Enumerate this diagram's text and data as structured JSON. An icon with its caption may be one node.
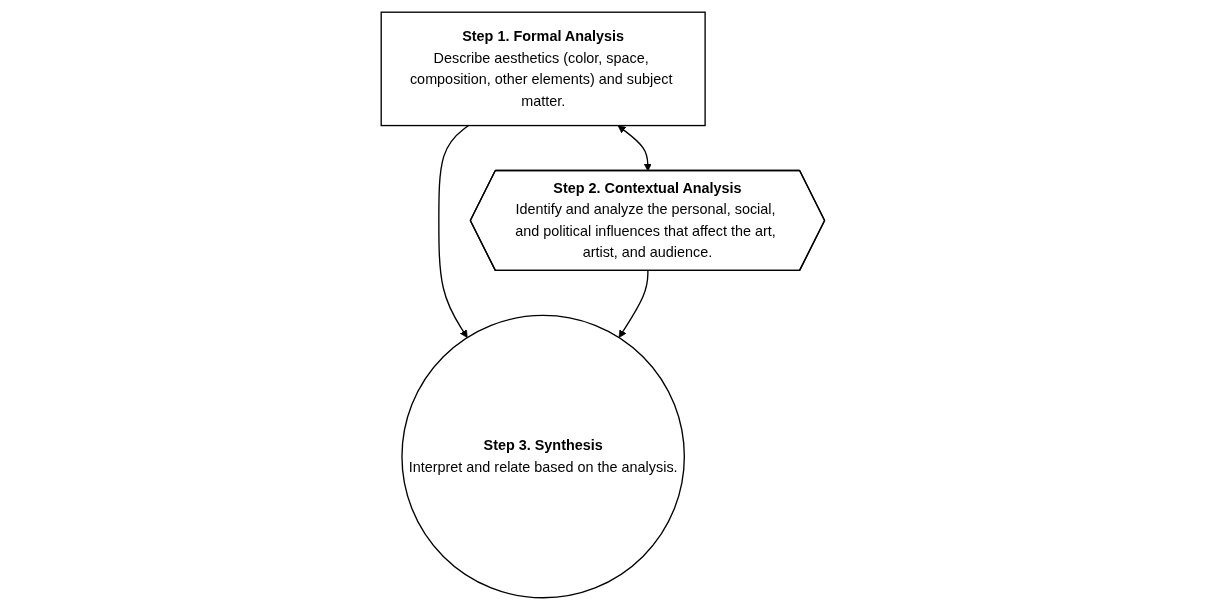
{
  "diagram": {
    "nodes": [
      {
        "text": [
          "Step 1. Formal Analysis",
          "Describe aesthetics (color, space, composition, other elements) and subject matter."
        ]
      },
      {
        "text": [
          "Step 2. Contextual Analysis",
          "Identify and analyze the personal, social, and political influences that affect the art, artist, and audience."
        ]
      },
      {
        "text": [
          "Step 3. Synthesis",
          "Interpret and relate based on the analysis."
        ]
      }
    ],
    "edges": [
      {
        "from": 0,
        "to": 1,
        "arrow": "both"
      },
      {
        "from": 0,
        "to": 2,
        "arrow": "to"
      },
      {
        "from": 1,
        "to": 2,
        "arrow": "to"
      }
    ]
  }
}
